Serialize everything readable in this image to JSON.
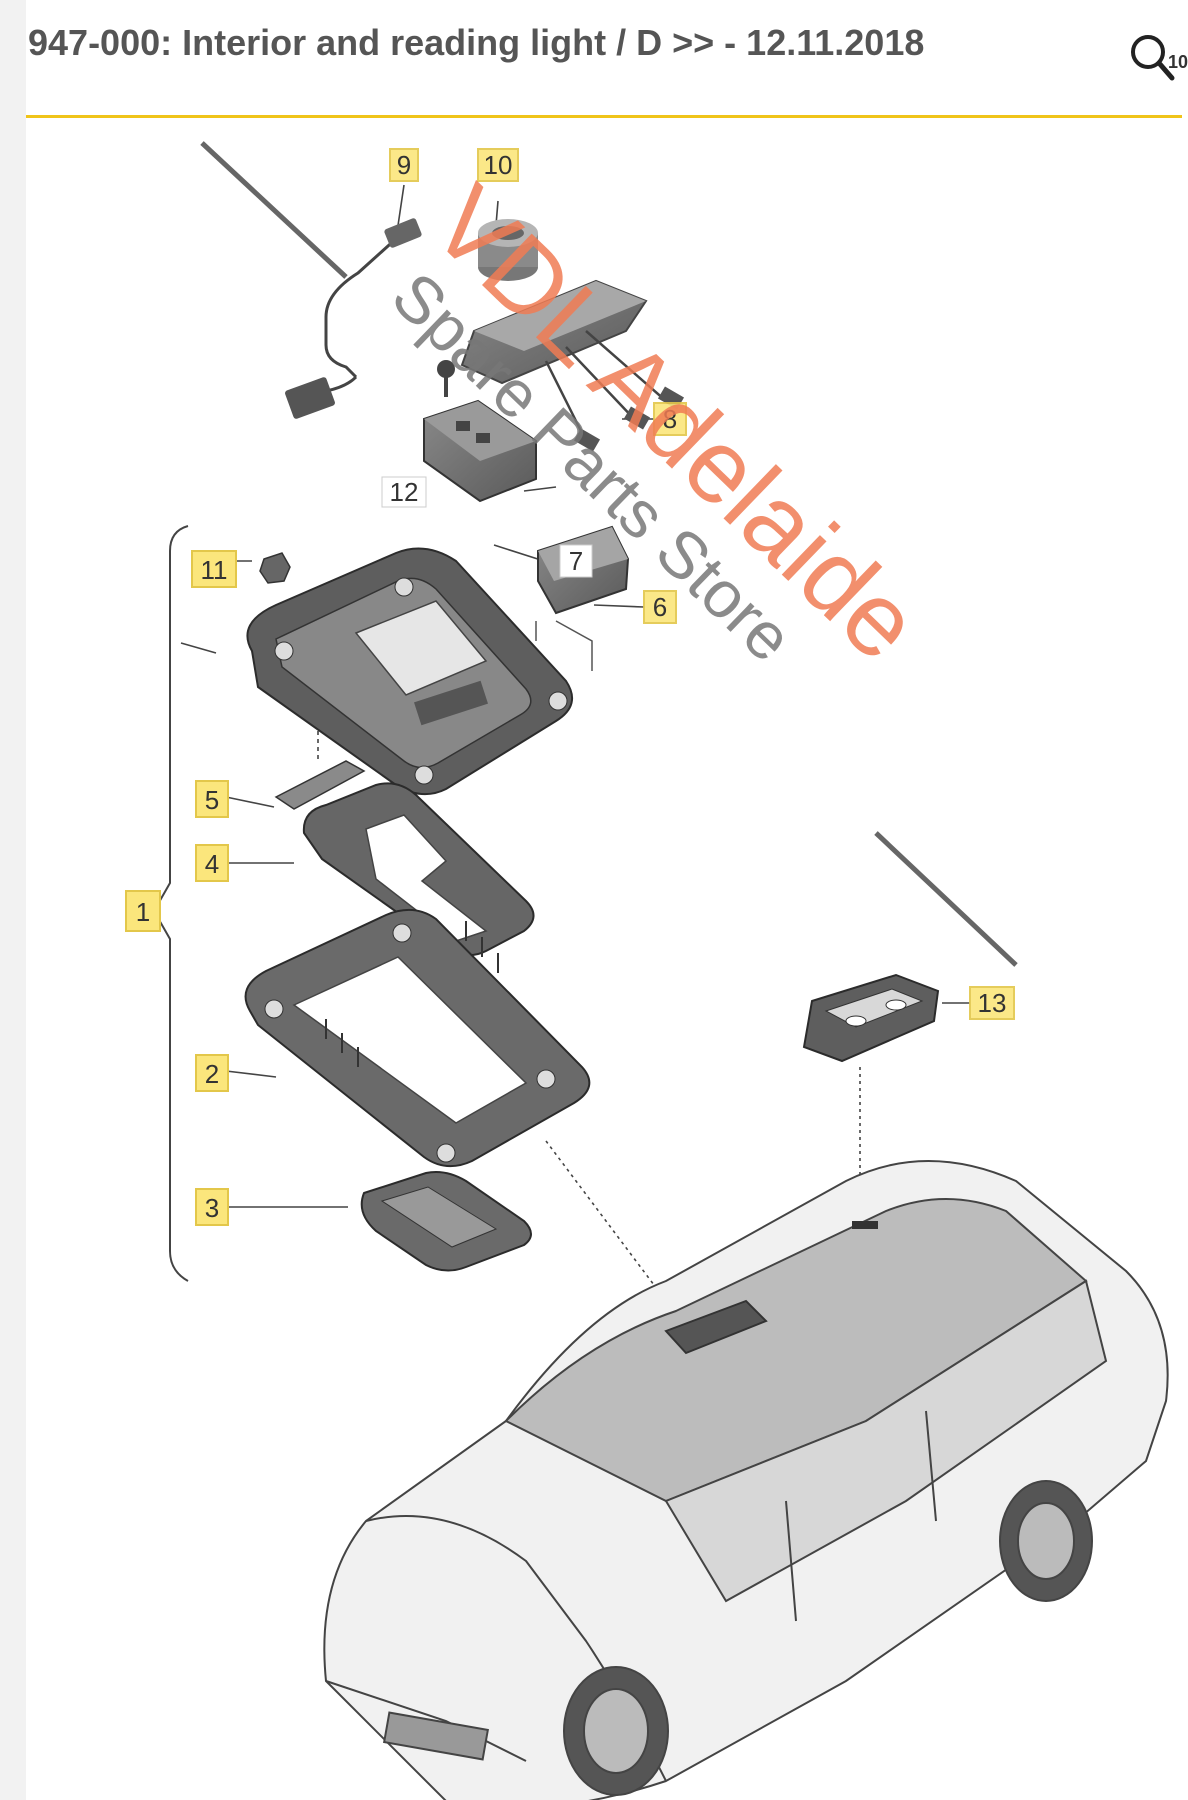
{
  "header": {
    "title": "947-000: Interior and reading light / D >> - 12.11.2018",
    "zoom_label": "10"
  },
  "watermark": {
    "line1": "VDL Adelaide",
    "line2": "Spare Parts Store"
  },
  "callouts": [
    "1",
    "2",
    "3",
    "4",
    "5",
    "6",
    "7",
    "8",
    "9",
    "10",
    "11",
    "12",
    "13"
  ],
  "colors": {
    "accent": "#f0c419",
    "callout_fill": "#fbe67c",
    "callout_border": "#e3c74a",
    "watermark_orange": "#f07b54",
    "watermark_gray": "#777777"
  }
}
